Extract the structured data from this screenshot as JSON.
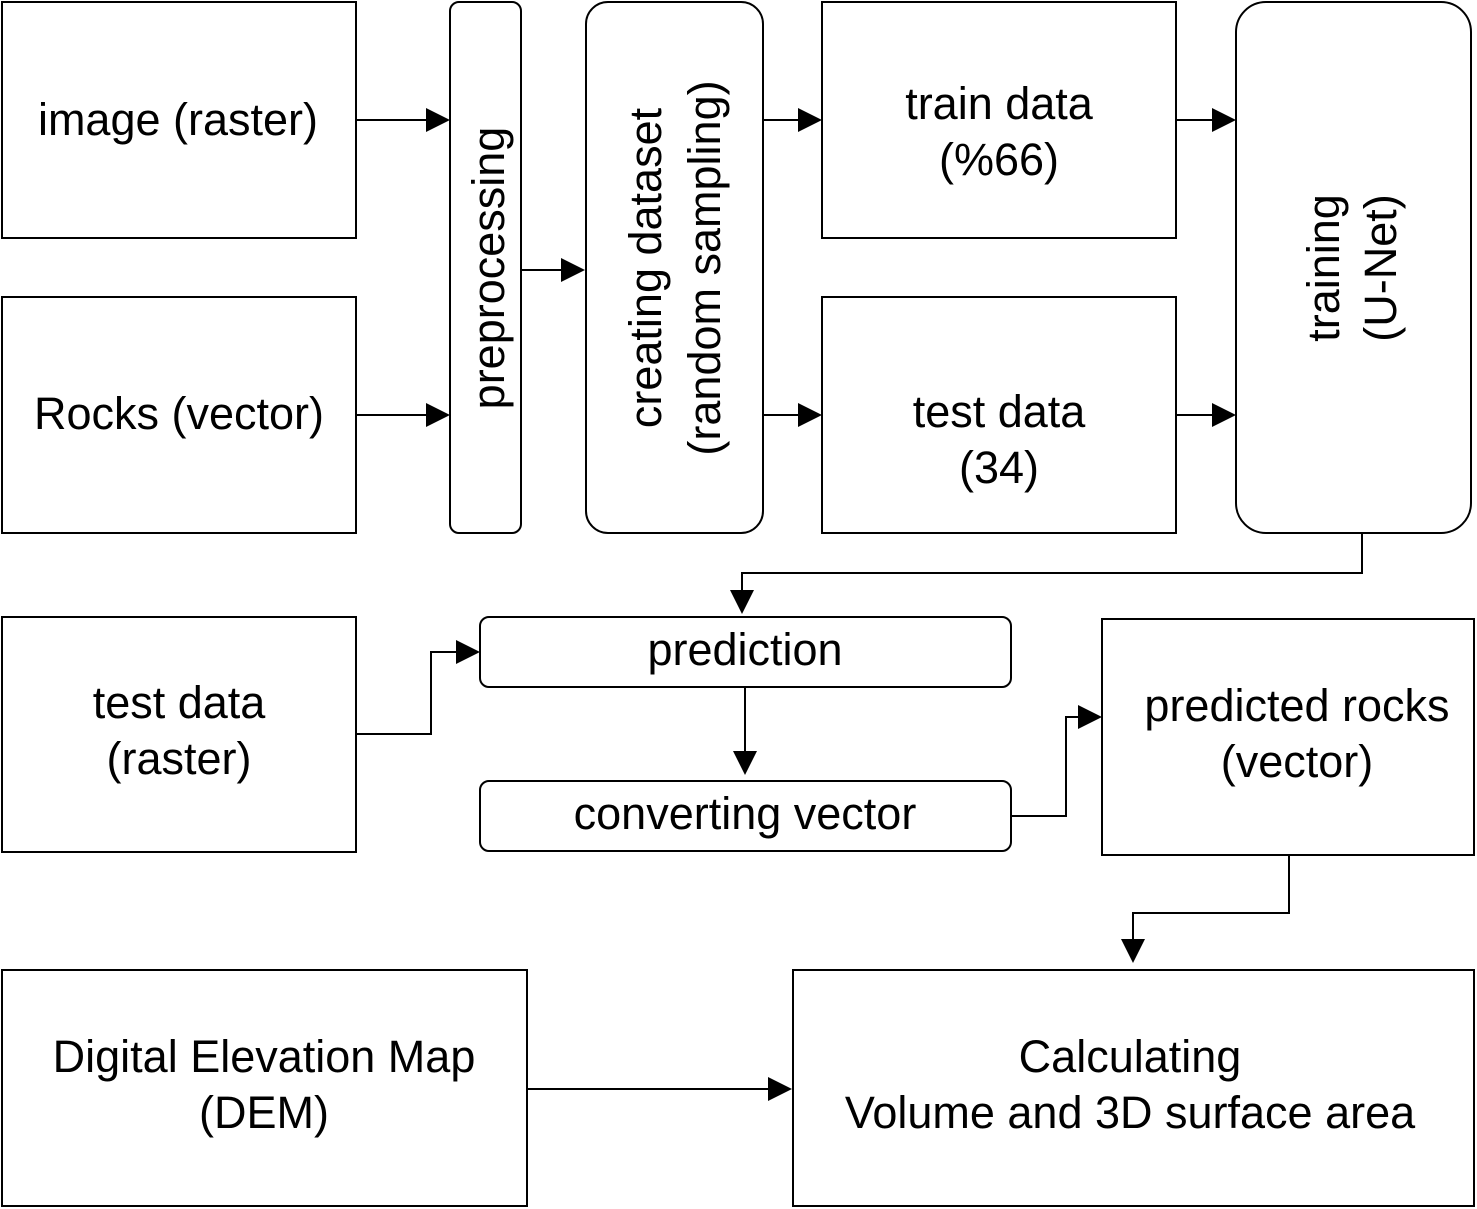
{
  "nodes": {
    "image_raster": {
      "lines": [
        "image (raster)"
      ]
    },
    "rocks_vector": {
      "lines": [
        "Rocks (vector)"
      ]
    },
    "preprocessing": {
      "lines": [
        "preprocessing"
      ]
    },
    "creating_dataset": {
      "lines": [
        "creating dataset",
        "(random sampling)"
      ]
    },
    "train_data": {
      "lines": [
        "train data",
        "(%66)"
      ]
    },
    "test_data_34": {
      "lines": [
        "test data",
        "(34)"
      ]
    },
    "training": {
      "lines": [
        "training",
        "(U-Net)"
      ]
    },
    "test_data_raster": {
      "lines": [
        "test data",
        "(raster)"
      ]
    },
    "prediction": {
      "lines": [
        "prediction"
      ]
    },
    "converting_vector": {
      "lines": [
        "converting vector"
      ]
    },
    "predicted_rocks": {
      "lines": [
        "predicted rocks",
        "(vector)"
      ]
    },
    "dem": {
      "lines": [
        "Digital Elevation Map",
        "(DEM)"
      ]
    },
    "calculating": {
      "lines": [
        "Calculating",
        "Volume and 3D surface area"
      ]
    }
  },
  "edges": [
    {
      "from": "image_raster",
      "to": "preprocessing"
    },
    {
      "from": "rocks_vector",
      "to": "preprocessing"
    },
    {
      "from": "preprocessing",
      "to": "creating_dataset"
    },
    {
      "from": "creating_dataset",
      "to": "train_data"
    },
    {
      "from": "creating_dataset",
      "to": "test_data_34"
    },
    {
      "from": "train_data",
      "to": "training"
    },
    {
      "from": "test_data_34",
      "to": "training"
    },
    {
      "from": "training",
      "to": "prediction"
    },
    {
      "from": "test_data_raster",
      "to": "prediction"
    },
    {
      "from": "prediction",
      "to": "converting_vector"
    },
    {
      "from": "converting_vector",
      "to": "predicted_rocks"
    },
    {
      "from": "predicted_rocks",
      "to": "calculating"
    },
    {
      "from": "dem",
      "to": "calculating"
    }
  ]
}
